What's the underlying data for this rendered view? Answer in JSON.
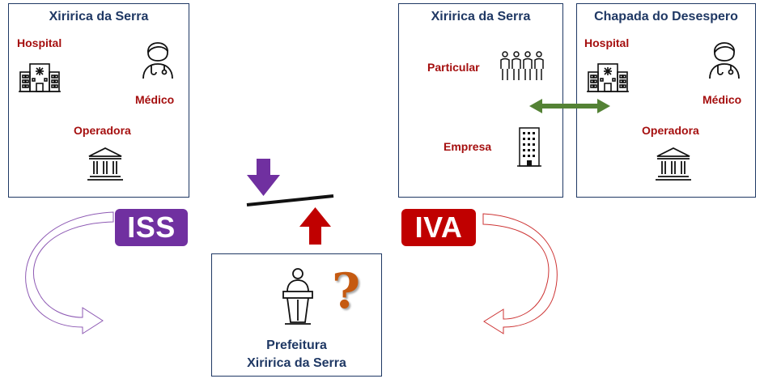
{
  "colors": {
    "navy": "#1f3864",
    "label_red": "#a50f0f",
    "iss_purple": "#7030a0",
    "iva_red": "#c00000",
    "green": "#548235",
    "question_orange": "#c55a11"
  },
  "box_left": {
    "title": "Xiririca da Serra",
    "hospital": "Hospital",
    "medico": "Médico",
    "operadora": "Operadora",
    "icons": [
      "hospital-icon",
      "doctor-icon",
      "bank-icon"
    ]
  },
  "box_mid": {
    "title": "Xiririca da Serra",
    "particular": "Particular",
    "empresa": "Empresa",
    "icons": [
      "people-group-icon",
      "office-building-icon"
    ]
  },
  "box_right": {
    "title": "Chapada do Desespero",
    "hospital": "Hospital",
    "medico": "Médico",
    "operadora": "Operadora",
    "icons": [
      "hospital-icon",
      "doctor-icon",
      "bank-icon"
    ]
  },
  "tags": {
    "iss": "ISS",
    "iva": "IVA"
  },
  "box_bottom": {
    "line1": "Prefeitura",
    "line2": "Xiririca da Serra",
    "question": "?",
    "icons": [
      "podium-speaker-icon"
    ]
  }
}
